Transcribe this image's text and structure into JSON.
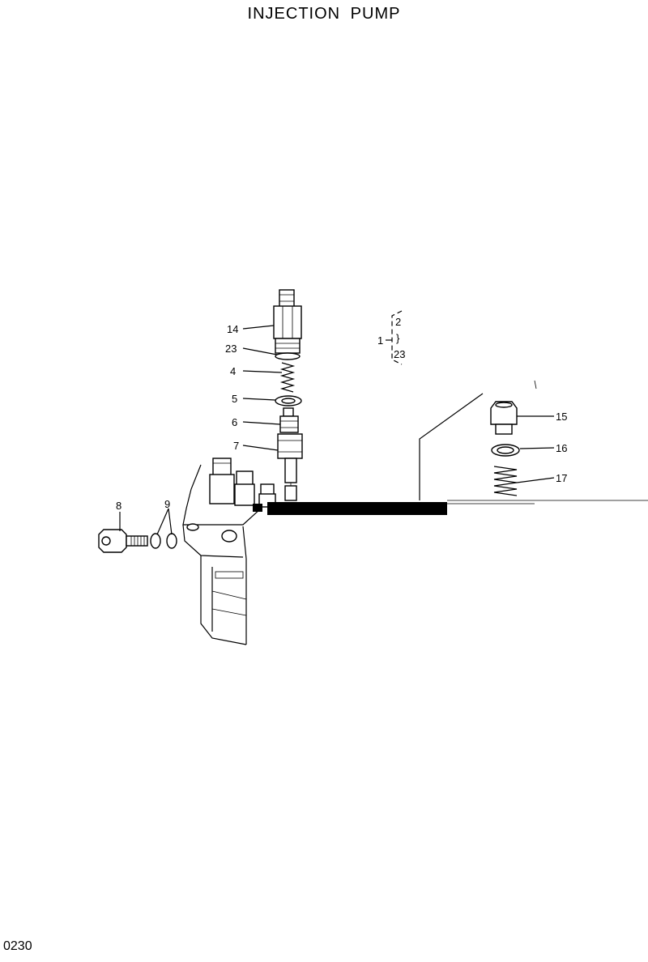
{
  "title": "INJECTION  PUMP",
  "page_number": "0230",
  "callouts": {
    "p14": "14",
    "p23a": "23",
    "p4": "4",
    "p5": "5",
    "p6": "6",
    "p7": "7",
    "p8": "8",
    "p9": "9",
    "p15": "15",
    "p16": "16",
    "p17": "17"
  },
  "assembly_group": {
    "parent": "1",
    "first": "2",
    "connector": "}",
    "last": "23"
  }
}
